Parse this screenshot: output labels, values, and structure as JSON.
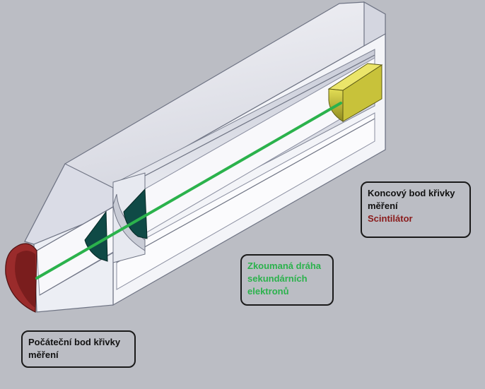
{
  "callouts": {
    "end": {
      "line1": "Koncový bod křivky",
      "line2": "měření",
      "sub": "Scintilátor"
    },
    "path": {
      "line1": "Zkoumaná dráha",
      "line2": "sekundárních",
      "line3": "elektronů"
    },
    "start": {
      "line1": "Počáteční bod křivky",
      "line2": "měření"
    }
  },
  "colors": {
    "background": "#bbbdc4",
    "path_line": "#2bb24c",
    "scintillator": "#c8c23a",
    "start_face": "#9a2b2b",
    "electrode": "#0f4a46"
  }
}
